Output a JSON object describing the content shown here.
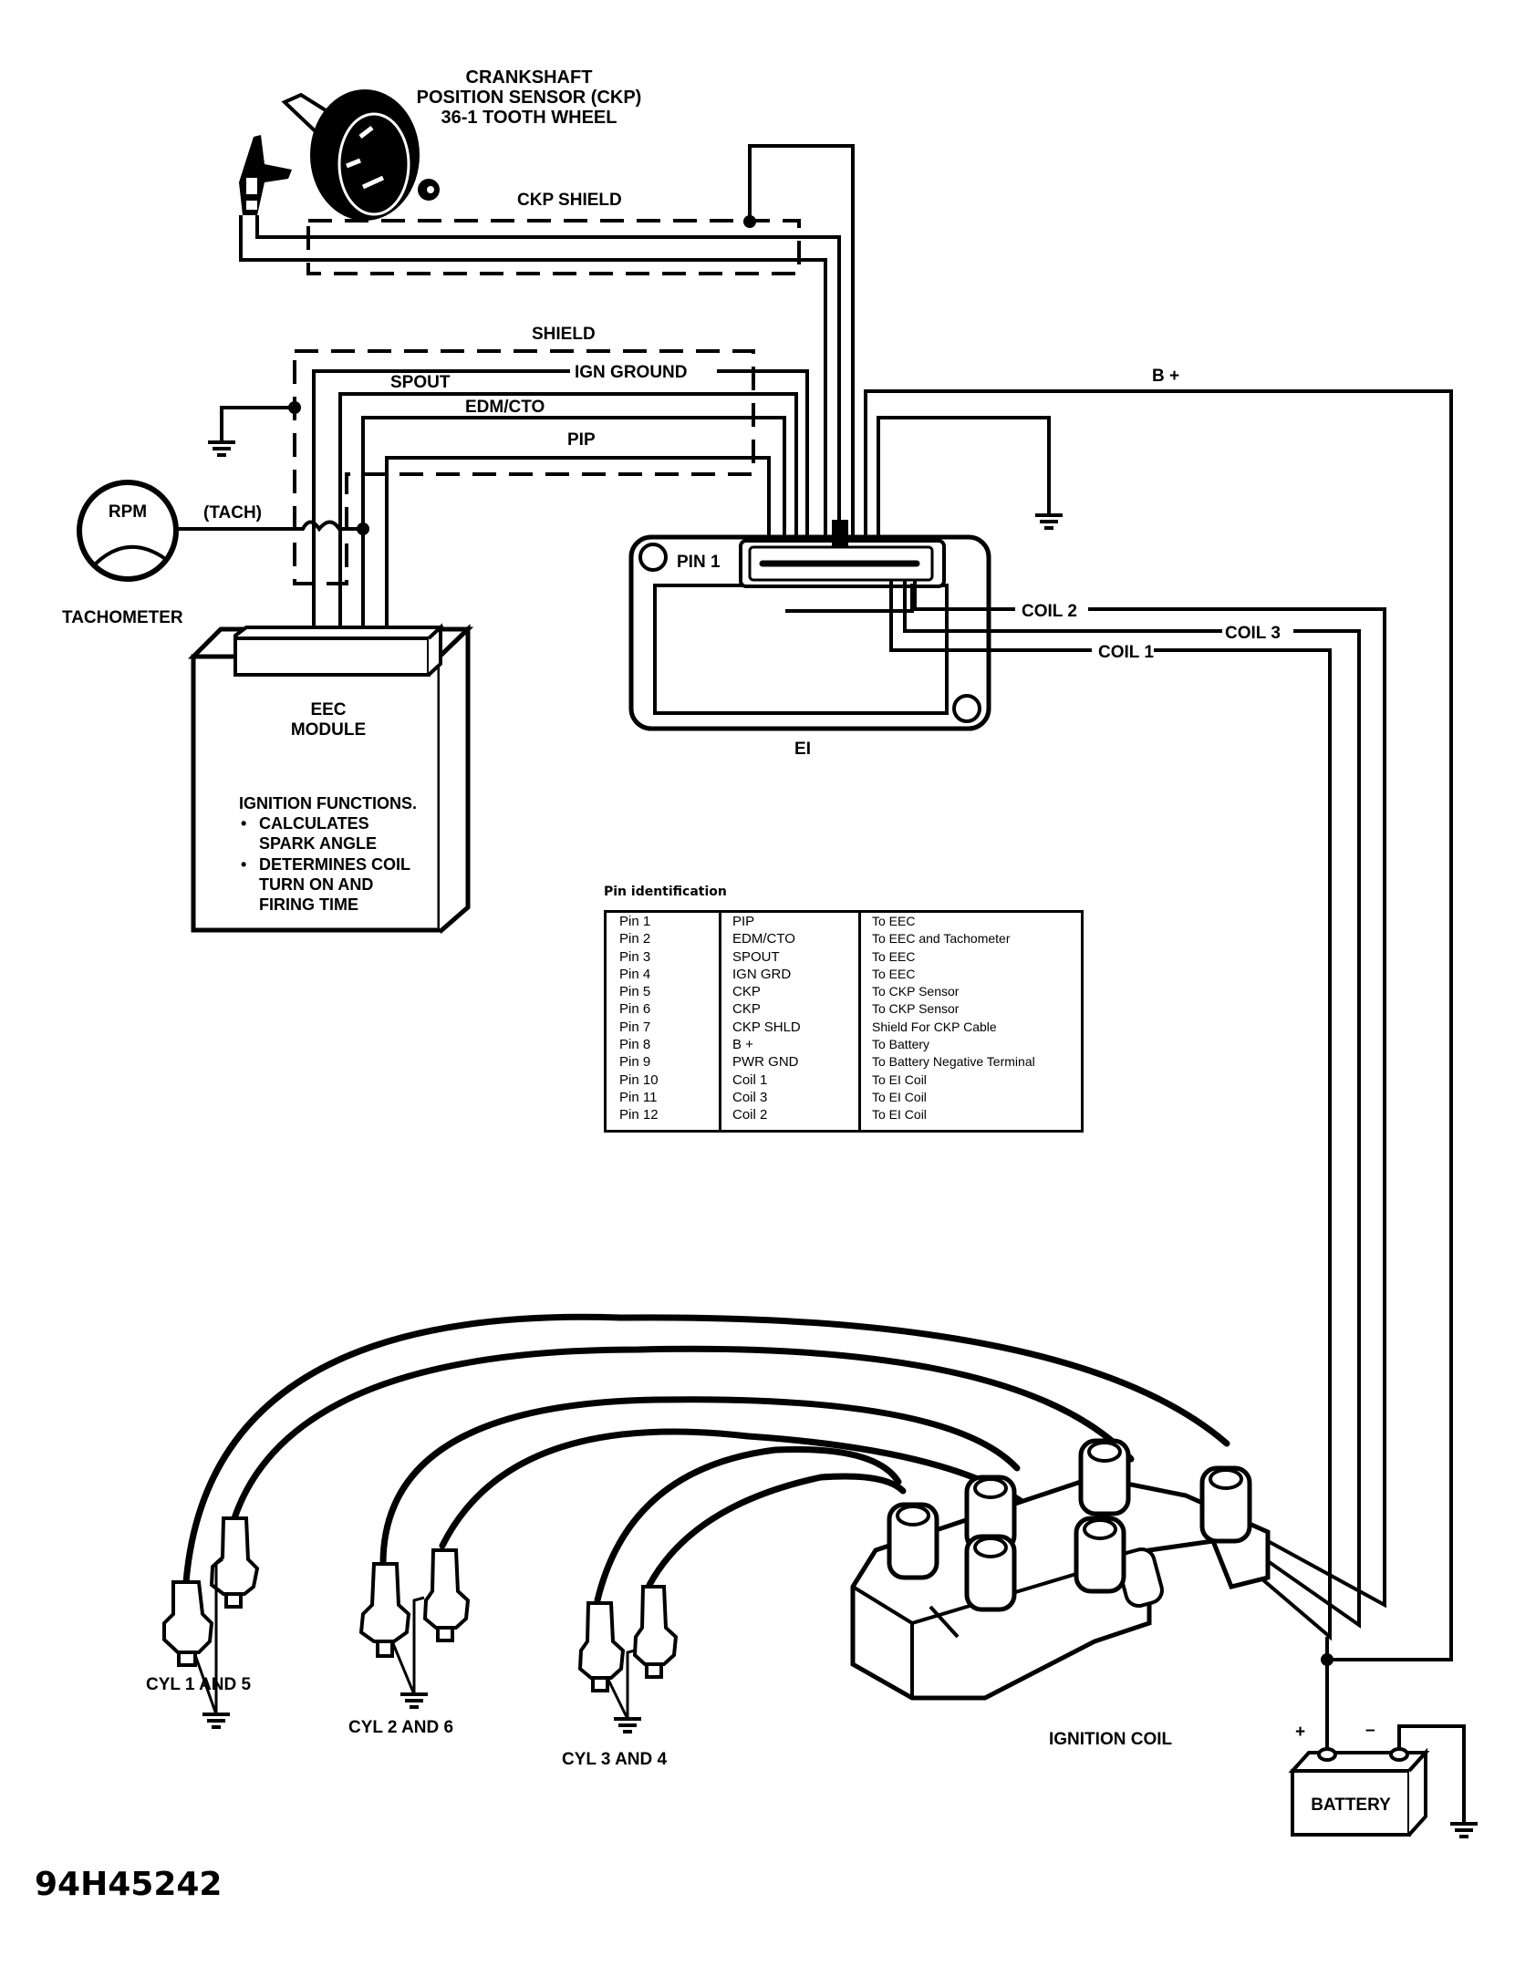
{
  "figure_id": "94H45242",
  "labels": {
    "ckp_title": [
      "CRANKSHAFT",
      "POSITION SENSOR (CKP)",
      "36-1 TOOTH WHEEL"
    ],
    "ckp_shield": "CKP SHIELD",
    "shield": "SHIELD",
    "ign_ground": "IGN GROUND",
    "spout": "SPOUT",
    "edm_cto": "EDM/CTO",
    "pip": "PIP",
    "tach": "(TACH)",
    "rpm": "RPM",
    "tachometer": "TACHOMETER",
    "pin1": "PIN 1",
    "ei": "EI",
    "b_plus": "B +",
    "coil2": "COIL 2",
    "coil3": "COIL 3",
    "coil1": "COIL 1",
    "ignition_coil": "IGNITION COIL",
    "battery": "BATTERY",
    "plus": "+",
    "minus": "–",
    "cyl_1_5": "CYL 1 AND 5",
    "cyl_2_6": "CYL 2 AND 6",
    "cyl_3_4": "CYL 3 AND 4"
  },
  "eec_module": {
    "title": [
      "EEC",
      "MODULE"
    ],
    "functions_heading": "IGNITION FUNCTIONS.",
    "functions": [
      [
        "CALCULATES",
        "SPARK ANGLE"
      ],
      [
        "DETERMINES COIL",
        "TURN ON AND",
        "FIRING TIME"
      ]
    ],
    "bullet": "•"
  },
  "pin_table": {
    "title": "Pin identification",
    "rows": [
      {
        "pin": "Pin 1",
        "signal": "PIP",
        "destination": "To EEC"
      },
      {
        "pin": "Pin 2",
        "signal": "EDM/CTO",
        "destination": "To EEC and Tachometer"
      },
      {
        "pin": "Pin 3",
        "signal": "SPOUT",
        "destination": "To EEC"
      },
      {
        "pin": "Pin 4",
        "signal": "IGN GRD",
        "destination": "To EEC"
      },
      {
        "pin": "Pin 5",
        "signal": "CKP",
        "destination": "To CKP Sensor"
      },
      {
        "pin": "Pin 6",
        "signal": "CKP",
        "destination": "To CKP Sensor"
      },
      {
        "pin": "Pin 7",
        "signal": "CKP SHLD",
        "destination": "Shield For CKP Cable"
      },
      {
        "pin": "Pin 8",
        "signal": "B +",
        "destination": "To Battery"
      },
      {
        "pin": "Pin 9",
        "signal": "PWR GND",
        "destination": "To Battery Negative Terminal"
      },
      {
        "pin": "Pin 10",
        "signal": "Coil 1",
        "destination": "To EI Coil"
      },
      {
        "pin": "Pin 11",
        "signal": "Coil 3",
        "destination": "To EI Coil"
      },
      {
        "pin": "Pin 12",
        "signal": "Coil 2",
        "destination": "To EI Coil"
      }
    ]
  }
}
